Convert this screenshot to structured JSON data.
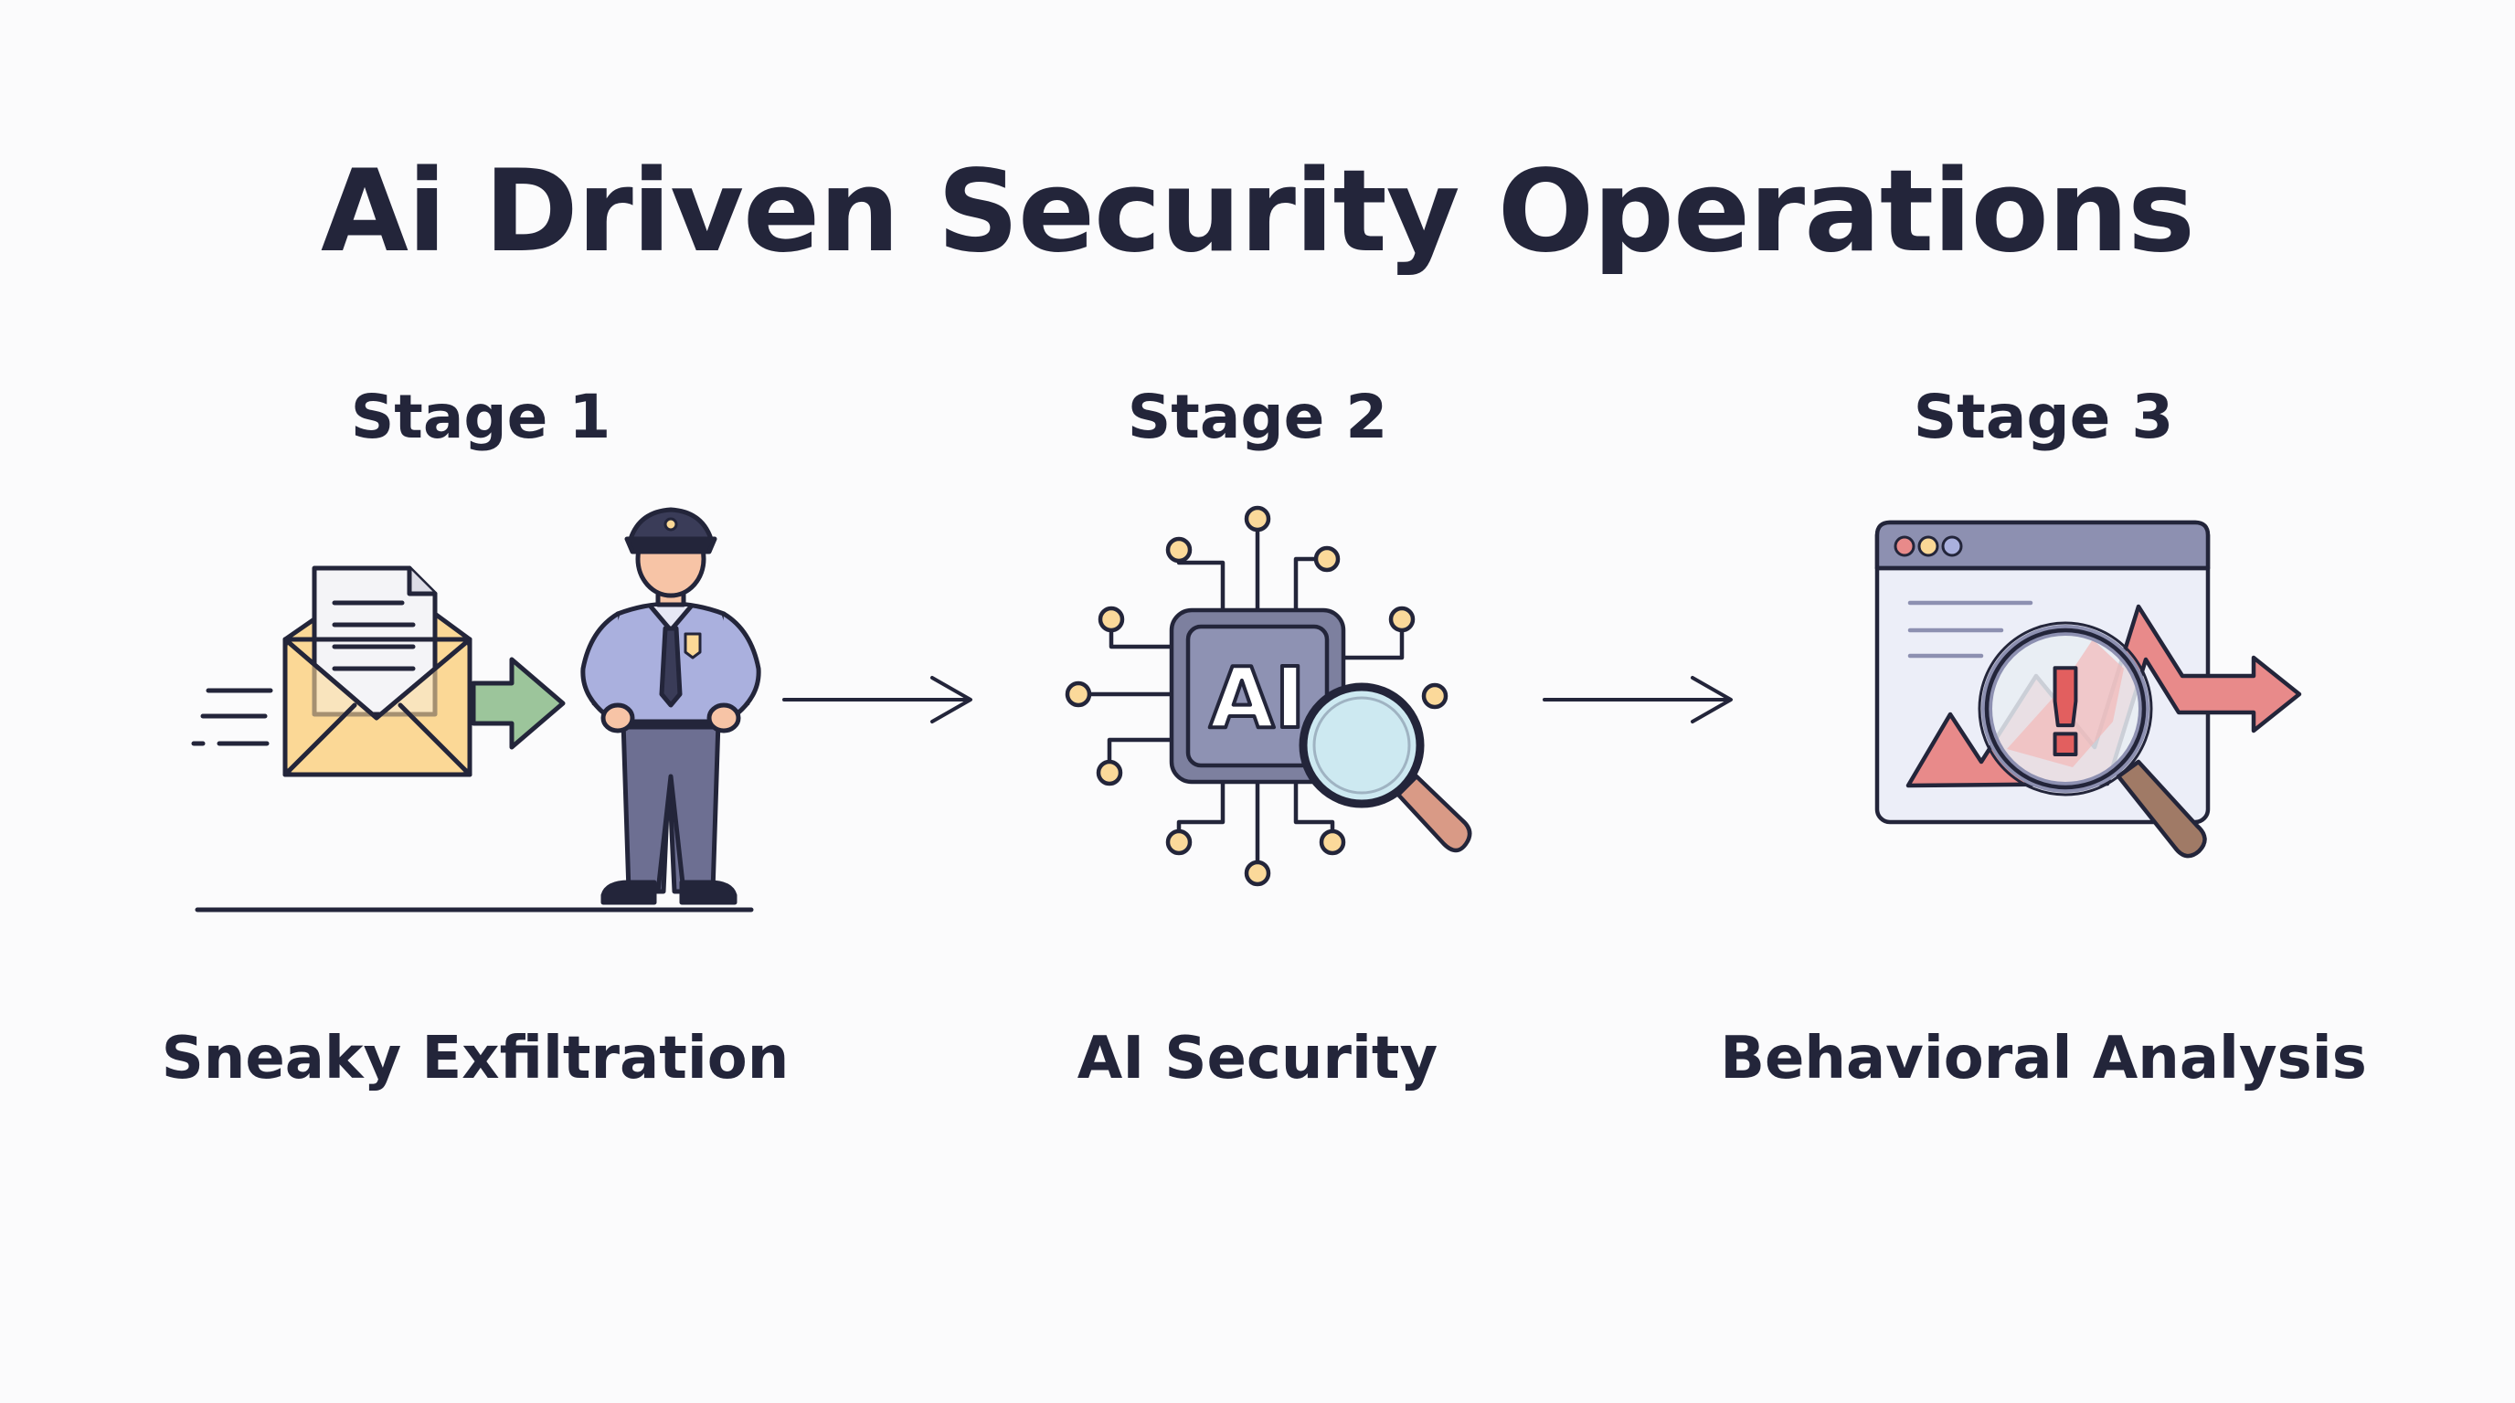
{
  "title": "Ai Driven Security Operations",
  "stages": [
    {
      "label": "Stage 1",
      "caption": "Sneaky Exfiltration",
      "icon": "envelope-guard-icon"
    },
    {
      "label": "Stage 2",
      "caption": "AI Security",
      "icon": "ai-chip-magnifier-icon"
    },
    {
      "label": "Stage 3",
      "caption": "Behavioral Analysis",
      "icon": "browser-chart-alert-icon"
    }
  ],
  "chip_text": "AI",
  "alert_symbol": "!",
  "colors": {
    "text": "#23253a",
    "envelope": "#fbd896",
    "guard": "#9da3cf",
    "chip": "#7d809f",
    "lens": "#cde9f1",
    "node": "#fbd99a",
    "chart": "#e88a8a",
    "arrow_green": "#9cc59b"
  }
}
